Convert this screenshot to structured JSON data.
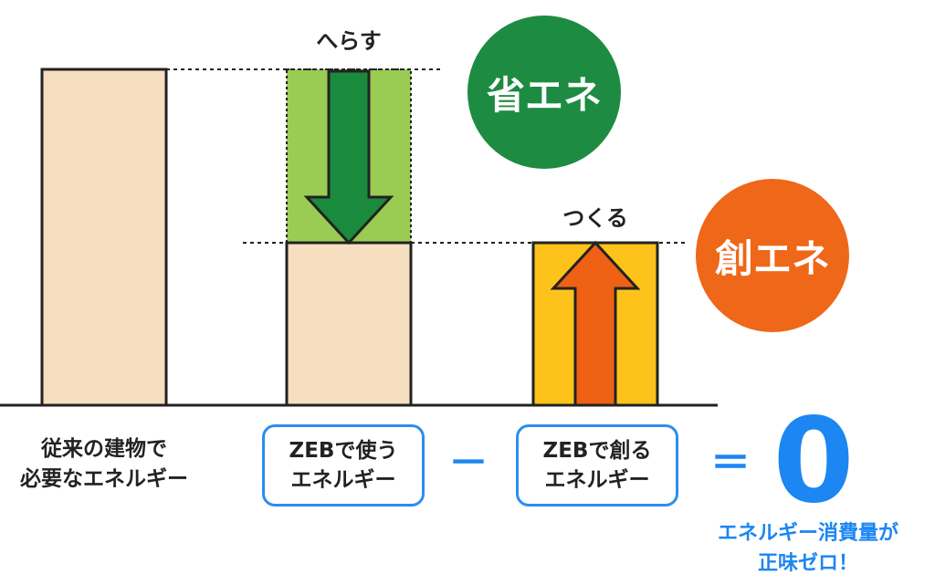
{
  "labels": {
    "reduce": "へらす",
    "create": "つくる",
    "conventional_line1": "従来の建物で",
    "conventional_line2": "必要なエネルギー",
    "zeb_use_line1": "ZEBで使う",
    "zeb_use_line2": "エネルギー",
    "zeb_create_line1": "ZEBで創る",
    "zeb_create_line2": "エネルギー",
    "minus": "－",
    "equals": "＝",
    "zero": "0",
    "result_line1": "エネルギー消費量が",
    "result_line2": "正味ゼロ！"
  },
  "circles": {
    "energy_saving": "省エネ",
    "energy_creation": "創エネ"
  },
  "colors": {
    "bar_fill": "#f6dfc0",
    "saving_fill": "#9acb52",
    "arrow_green": "#1a8a3c",
    "circle_green": "#1d8b41",
    "create_fill": "#fec31a",
    "arrow_orange": "#ef6115",
    "circle_orange": "#ef6718",
    "accent_blue": "#1c86f2"
  },
  "icons": [
    "down-arrow-icon",
    "up-arrow-icon"
  ]
}
